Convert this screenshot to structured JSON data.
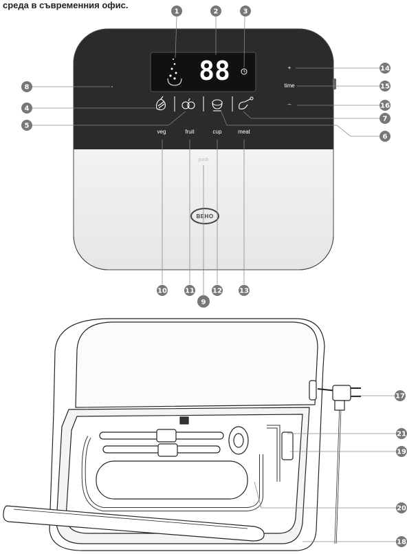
{
  "header": {
    "text": "среда в съвременния офис."
  },
  "display": {
    "digits": "88"
  },
  "labels": {
    "veg": "veg",
    "fruit": "fruit",
    "cup": "cup",
    "meat": "meat",
    "push": "push",
    "plus": "+",
    "time": "time",
    "minus": "–"
  },
  "logo": {
    "text": "BEHO"
  },
  "callouts": [
    "1",
    "2",
    "3",
    "4",
    "5",
    "6",
    "7",
    "8",
    "9",
    "10",
    "11",
    "12",
    "13",
    "14",
    "15",
    "16",
    "17",
    "18",
    "19",
    "20",
    "21"
  ],
  "colors": {
    "panel_dark": "#2b2b2b",
    "callout_fill": "#777777",
    "display_bg": "#111111",
    "device_light": "#f2f2f2"
  }
}
